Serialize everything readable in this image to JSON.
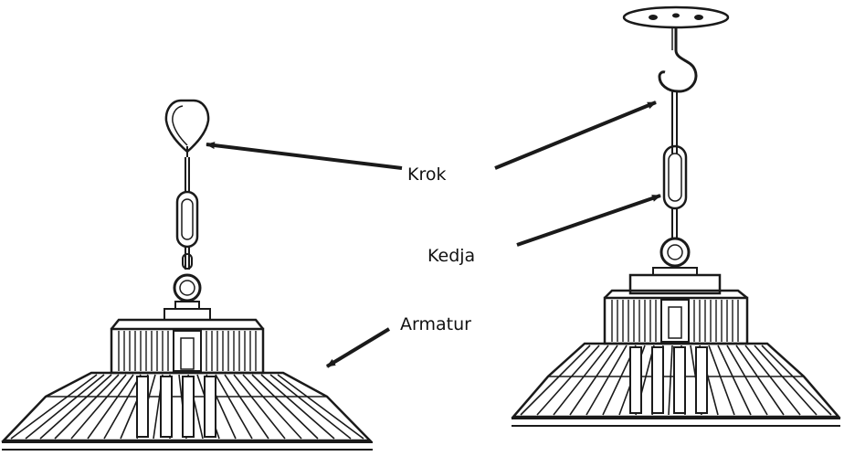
{
  "labels": {
    "hook": "Krok",
    "chain": "Kedja",
    "fixture": "Armatur"
  },
  "colors": {
    "line": "#1a1a1a",
    "background": "#ffffff"
  }
}
